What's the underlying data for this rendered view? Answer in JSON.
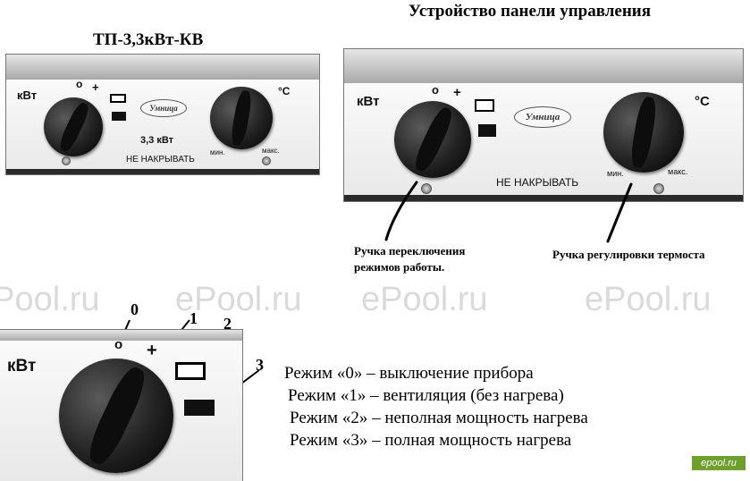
{
  "titles": {
    "main": "Устройство панели управления",
    "model": "ТП-3,3кВт-КВ"
  },
  "panel": {
    "kw_label": "кВт",
    "zero_mark": "о",
    "plus_mark": "+",
    "power": "3,3 кВт",
    "do_not_cover": "НЕ НАКРЫВАТЬ",
    "celsius": "°С",
    "min": "мин.",
    "max": "макс.",
    "logo": "Умница"
  },
  "callouts": {
    "mode_knob": [
      "Ручка переключения",
      "режимов работы."
    ],
    "thermostat_knob": "Ручка регулировки термоста"
  },
  "watermarks": [
    "ePool.ru",
    "ePool.ru",
    "ePool.ru"
  ],
  "detail": {
    "kw_label": "кВт",
    "zero_mark": "о",
    "plus_mark": "+",
    "numbers": [
      "0",
      "1",
      "2",
      "3"
    ]
  },
  "modes": [
    "Режим «0» – выключение прибора",
    "Режим «1» – вентиляция (без нагрева)",
    "Режим «2» – неполная мощность нагрева",
    "Режим «3» – полная мощность нагрева"
  ],
  "badge": "epool.ru"
}
